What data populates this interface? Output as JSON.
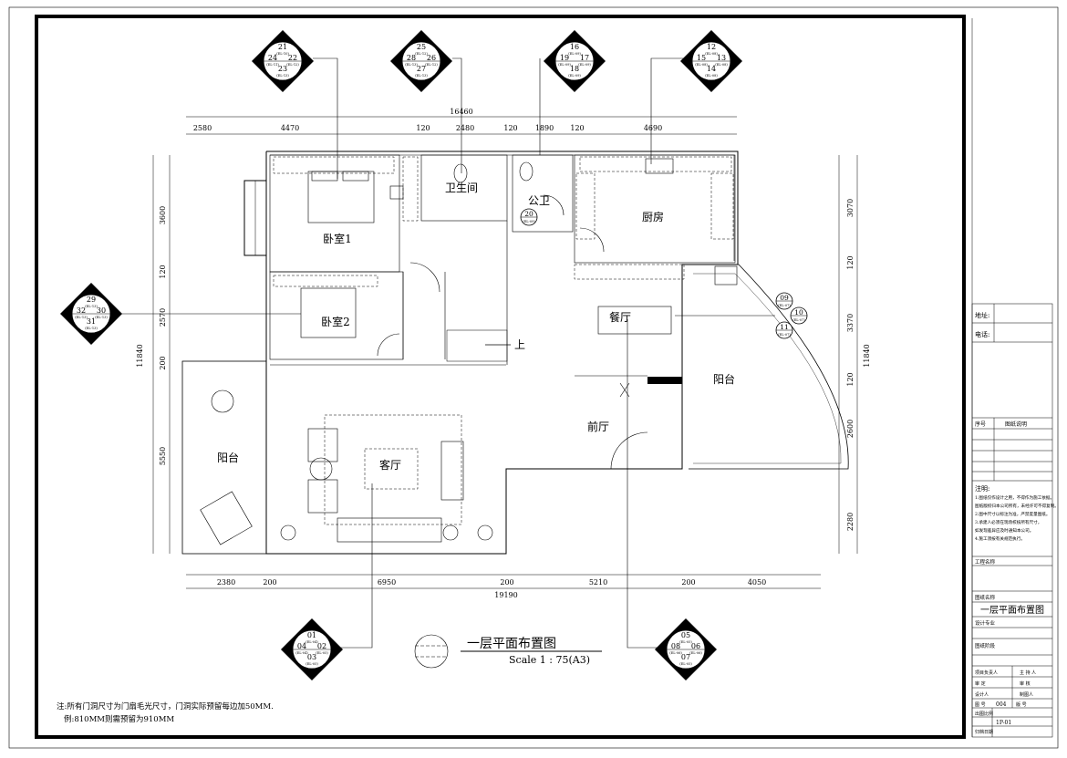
{
  "rooms": {
    "bedroom1": "卧室1",
    "bedroom2": "卧室2",
    "bathroom": "卫生间",
    "public_wc": "公卫",
    "kitchen": "厨房",
    "dining": "餐厅",
    "living": "客厅",
    "foyer": "前厅",
    "balcony_left": "阳台",
    "balcony_right": "阳台",
    "stair_up": "上"
  },
  "dims_top": {
    "total": "16460",
    "segments": [
      "2580",
      "4470",
      "120",
      "2480",
      "120",
      "1890",
      "120",
      "4690"
    ]
  },
  "dims_bottom": {
    "total": "19190",
    "segments": [
      "2380",
      "200",
      "6950",
      "200",
      "5210",
      "200",
      "4050"
    ]
  },
  "dims_left": {
    "total": "11840",
    "segments": [
      "3600",
      "120",
      "2570",
      "200",
      "5550"
    ]
  },
  "dims_right": {
    "total": "11840",
    "segments": [
      "3070",
      "120",
      "3370",
      "120",
      "2600",
      "2280"
    ]
  },
  "elevation_markers": [
    {
      "id": "m-top-1",
      "nums": [
        "21",
        "24",
        "22",
        "23"
      ],
      "refs": [
        "(EL-10)",
        "(EL-11)",
        "(EL-12)",
        "(EL-13)"
      ]
    },
    {
      "id": "m-top-2",
      "nums": [
        "25",
        "28",
        "26",
        "27"
      ],
      "refs": [
        "(EL-12)",
        "(EL-13)",
        "(EL-12)",
        "(EL-13)"
      ]
    },
    {
      "id": "m-top-3",
      "nums": [
        "16",
        "19",
        "17",
        "18"
      ],
      "refs": [
        "(EL-09)",
        "(EL-09)",
        "(EL-09)",
        "(EL-09)"
      ]
    },
    {
      "id": "m-top-4",
      "nums": [
        "12",
        "15",
        "13",
        "14"
      ],
      "refs": [
        "(EL-08)",
        "(EL-08)",
        "(EL-08)",
        "(EL-08)"
      ]
    },
    {
      "id": "m-left",
      "nums": [
        "29",
        "32",
        "30",
        "31"
      ],
      "refs": [
        "(EL-13)",
        "(EL-13)",
        "(EL-13)",
        "(EL-13)"
      ]
    },
    {
      "id": "m-bottom-1",
      "nums": [
        "01",
        "04",
        "02",
        "03"
      ],
      "refs": [
        "(EL-04)",
        "(EL-04)",
        "(EL-05)",
        "(EL-05)"
      ]
    },
    {
      "id": "m-bottom-2",
      "nums": [
        "05",
        "08",
        "06",
        "07"
      ],
      "refs": [
        "(EL-05)",
        "(EL-06)",
        "(EL-06)",
        "(EL-05)"
      ]
    }
  ],
  "circle_markers": [
    {
      "id": "c-09",
      "num": "09",
      "ref": "(EL-07)"
    },
    {
      "id": "c-10",
      "num": "10",
      "ref": "(EL-07)"
    },
    {
      "id": "c-11",
      "num": "11",
      "ref": "(EL-07)"
    },
    {
      "id": "c-20",
      "num": "20",
      "ref": "(EL-09)"
    }
  ],
  "drawing": {
    "title": "一层平面布置图",
    "scale": "Scale 1 : 75(A3)"
  },
  "notes": {
    "line1": "注:所有门洞尺寸为门扇毛光尺寸，门洞实际预留每边加50MM.",
    "line2": "例:810MM则需预留为910MM"
  },
  "title_block": {
    "address": "地址:",
    "phone": "电话:",
    "seq": "序号",
    "desc": "图纸说明",
    "notes_label": "注明:",
    "notes_text": [
      "1.图纸仅作设计之用，不得作为施工依据。",
      "图纸版权归本公司所有，未经许可不得复制。",
      "2.图中尺寸以标注为准，严禁度量图纸。",
      "3.承建人必须在现场校核所有尺寸，",
      "如发现差异应及时通知本公司。",
      "4.施工须按有关规范执行。"
    ],
    "project_name": "工程名称",
    "drawing_name_label": "图纸名称",
    "drawing_name": "一层平面布置图",
    "design_specialty": "设计专业",
    "drawing_stage": "图纸阶段",
    "rows": [
      [
        "项目负责人",
        "主 持 人"
      ],
      [
        "审   定",
        "审   核"
      ],
      [
        "设计人",
        "制图人"
      ]
    ],
    "sheet_no_label": "图   号",
    "sheet_no": "004",
    "version_label": "版   号",
    "scale_label": "出图比例",
    "scale_value": "1P-01",
    "date_label": "归档日期"
  }
}
